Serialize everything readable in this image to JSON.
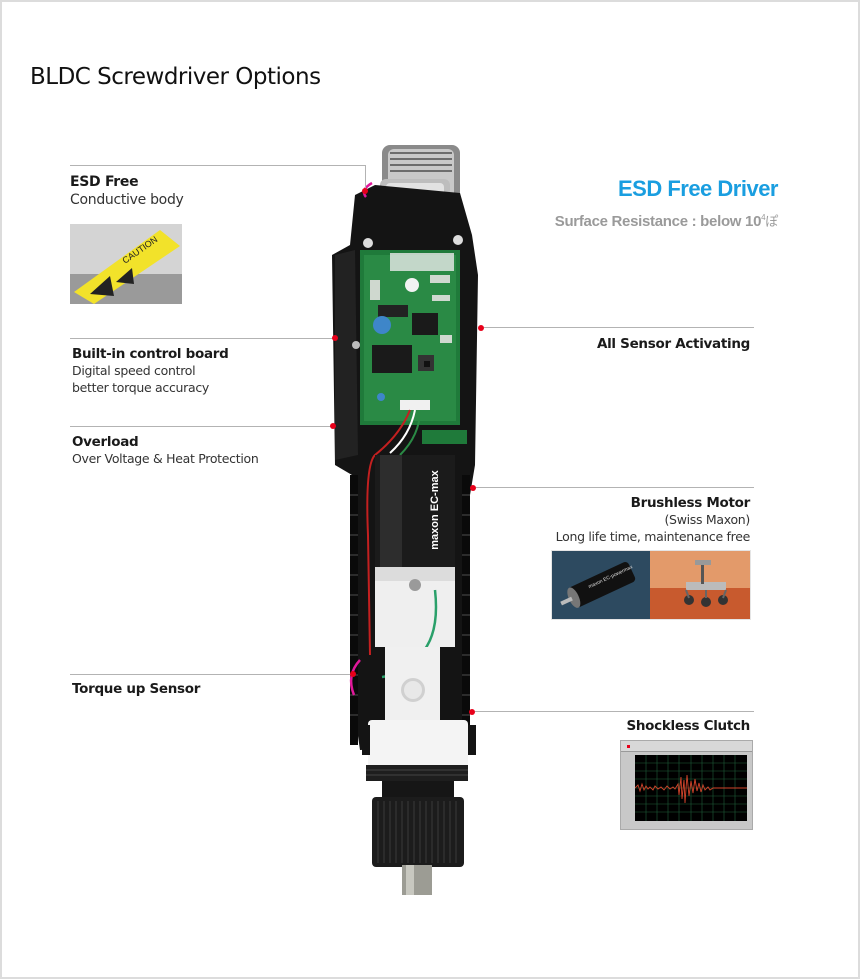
{
  "page": {
    "title": "BLDC Screwdriver Options"
  },
  "esd_driver": {
    "title": "ESD Free Driver",
    "subtitle_prefix": "Surface Resistance : below 10",
    "exponent": "4",
    "unit": "ぽ"
  },
  "features_left": [
    {
      "heading": "ESD Free",
      "lines": [
        "Conductive body"
      ],
      "image": "esd-caution-label-photo"
    },
    {
      "heading": "Built-in control board",
      "lines": [
        "Digital speed control",
        "better torque accuracy"
      ]
    },
    {
      "heading": "Overload",
      "lines": [
        "Over Voltage & Heat Protection"
      ]
    },
    {
      "heading": "Torque up Sensor",
      "lines": []
    }
  ],
  "features_right": [
    {
      "heading": "All Sensor Activating",
      "lines": []
    },
    {
      "heading": "Brushless Motor",
      "lines": [
        "(Swiss Maxon)",
        "Long life time, maintenance free"
      ],
      "image": "maxon-motor-and-mars-rover-photo"
    },
    {
      "heading": "Shockless Clutch",
      "lines": [],
      "image": "vibration-waveform-chart"
    }
  ],
  "product_image": {
    "description": "Cutaway BLDC electric screwdriver showing connector, control PCB, maxon EC-max motor, clutch and bit holder",
    "motor_label": "maxon EC-max",
    "caution_label": "CAUTION"
  },
  "colors": {
    "accent_blue": "#1a9ee0",
    "callout_dot": "#e8001a",
    "callout_line": "#b3b3b3",
    "highlight_magenta": "#e0189a",
    "subtitle_grey": "#9a9a9a"
  }
}
